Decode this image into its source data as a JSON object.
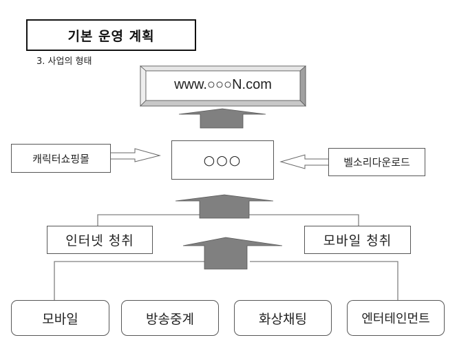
{
  "header": {
    "title": "기본 운영 계획",
    "subtitle": "3. 사업의 형태"
  },
  "diagram": {
    "top_site": "www.○○○N.com",
    "center": "○○○",
    "left_input": "캐릭터쇼핑몰",
    "right_input": "벨소리다운로드",
    "channels": [
      "인터넷 청취",
      "모바일 청취"
    ],
    "sources": [
      "모바일",
      "방송중계",
      "화상채팅",
      "엔터테인먼트"
    ]
  },
  "colors": {
    "arrow_fill": "#808080",
    "bevel_dark": "#a0a0a0",
    "bevel_light": "#d8d8d8",
    "line": "#808080"
  }
}
